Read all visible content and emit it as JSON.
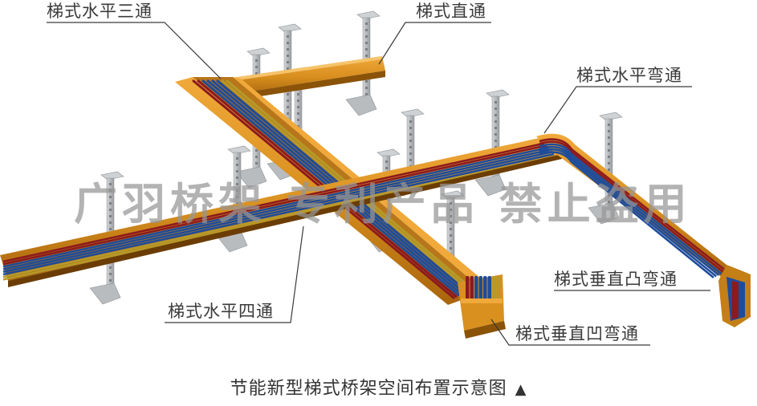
{
  "diagram": {
    "type": "isometric-cable-tray-layout",
    "colors": {
      "tray": "#d9901f",
      "tray_dark": "#a8650c",
      "tray_shadow": "#6b3d05",
      "cable_red": "#8c1a1e",
      "cable_blue": "#1e4c9a",
      "cable_yellow": "#b59a2a",
      "support": "#b9bcbf",
      "support_dark": "#8e9194",
      "leader_line": "#3a3a3a"
    },
    "callouts": [
      {
        "id": "horizontal-tee",
        "label": "梯式水平三通"
      },
      {
        "id": "straight",
        "label": "梯式直通"
      },
      {
        "id": "horizontal-elbow",
        "label": "梯式水平弯通"
      },
      {
        "id": "horizontal-cross",
        "label": "梯式水平四通"
      },
      {
        "id": "vertical-outside-elbow",
        "label": "梯式垂直凸弯通"
      },
      {
        "id": "vertical-inside-elbow",
        "label": "梯式垂直凹弯通"
      }
    ],
    "watermark": "广羽桥架  专利产品  禁止盗用"
  },
  "caption": {
    "text": "节能新型梯式桥架空间布置示意图",
    "marker": "▲"
  }
}
